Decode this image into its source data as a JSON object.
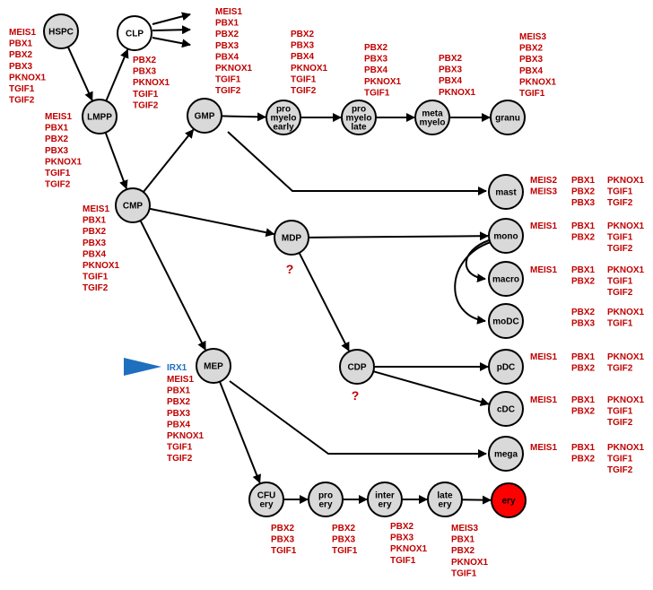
{
  "colors": {
    "gene_text": "#c00000",
    "marker_text": "#1f6fbf",
    "marker_triangle": "#1f6fbf",
    "node_fill": "#d9d9d9",
    "node_fill_white": "#ffffff",
    "node_fill_red": "#ff0000",
    "question_mark": "#c00000",
    "stroke": "#000000"
  },
  "nodes": [
    {
      "id": "hspc",
      "label": [
        "HSPC"
      ]
    },
    {
      "id": "clp",
      "label": [
        "CLP"
      ]
    },
    {
      "id": "lmpp",
      "label": [
        "LMPP"
      ]
    },
    {
      "id": "gmp",
      "label": [
        "GMP"
      ]
    },
    {
      "id": "cmp",
      "label": [
        "CMP"
      ]
    },
    {
      "id": "mdp",
      "label": [
        "MDP"
      ]
    },
    {
      "id": "mep",
      "label": [
        "MEP"
      ]
    },
    {
      "id": "cdp",
      "label": [
        "CDP"
      ]
    },
    {
      "id": "promyelo_early",
      "label": [
        "pro",
        "myelo",
        "early"
      ]
    },
    {
      "id": "promyelo_late",
      "label": [
        "pro",
        "myelo",
        "late"
      ]
    },
    {
      "id": "metamyelo",
      "label": [
        "meta",
        "myelo"
      ]
    },
    {
      "id": "granu",
      "label": [
        "granu"
      ]
    },
    {
      "id": "mast",
      "label": [
        "mast"
      ]
    },
    {
      "id": "mono",
      "label": [
        "mono"
      ]
    },
    {
      "id": "macro",
      "label": [
        "macro"
      ]
    },
    {
      "id": "modc",
      "label": [
        "moDC"
      ]
    },
    {
      "id": "pdc",
      "label": [
        "pDC"
      ]
    },
    {
      "id": "cdc",
      "label": [
        "cDC"
      ]
    },
    {
      "id": "mega",
      "label": [
        "mega"
      ]
    },
    {
      "id": "cfu_ery",
      "label": [
        "CFU",
        "ery"
      ]
    },
    {
      "id": "pro_ery",
      "label": [
        "pro",
        "ery"
      ]
    },
    {
      "id": "inter_ery",
      "label": [
        "inter",
        "ery"
      ]
    },
    {
      "id": "late_ery",
      "label": [
        "late",
        "ery"
      ]
    },
    {
      "id": "ery",
      "label": [
        "ery"
      ]
    }
  ],
  "gene_groups": [
    {
      "id": "hspc",
      "genes": [
        "MEIS1",
        "PBX1",
        "PBX2",
        "PBX3",
        "PKNOX1",
        "TGIF1",
        "TGIF2"
      ]
    },
    {
      "id": "clp",
      "genes": [
        "PBX2",
        "PBX3",
        "PKNOX1",
        "TGIF1",
        "TGIF2"
      ]
    },
    {
      "id": "lmpp",
      "genes": [
        "MEIS1",
        "PBX1",
        "PBX2",
        "PBX3",
        "PKNOX1",
        "TGIF1",
        "TGIF2"
      ]
    },
    {
      "id": "gmp",
      "genes": [
        "MEIS1",
        "PBX1",
        "PBX2",
        "PBX3",
        "PBX4",
        "PKNOX1",
        "TGIF1",
        "TGIF2"
      ]
    },
    {
      "id": "promyelo_early",
      "genes": [
        "PBX2",
        "PBX3",
        "PBX4",
        "PKNOX1",
        "TGIF1",
        "TGIF2"
      ]
    },
    {
      "id": "promyelo_late",
      "genes": [
        "PBX2",
        "PBX3",
        "PBX4",
        "PKNOX1",
        "TGIF1"
      ]
    },
    {
      "id": "metamyelo",
      "genes": [
        "PBX2",
        "PBX3",
        "PBX4",
        "PKNOX1"
      ]
    },
    {
      "id": "granu",
      "genes": [
        "MEIS3",
        "PBX2",
        "PBX3",
        "PBX4",
        "PKNOX1",
        "TGIF1"
      ]
    },
    {
      "id": "cmp",
      "genes": [
        "MEIS1",
        "PBX1",
        "PBX2",
        "PBX3",
        "PBX4",
        "PKNOX1",
        "TGIF1",
        "TGIF2"
      ]
    },
    {
      "id": "mep",
      "genes": [
        "MEIS1",
        "PBX1",
        "PBX2",
        "PBX3",
        "PBX4",
        "PKNOX1",
        "TGIF1",
        "TGIF2"
      ]
    },
    {
      "id": "mast_1",
      "genes": [
        "MEIS2",
        "MEIS3"
      ]
    },
    {
      "id": "mast_2",
      "genes": [
        "PBX1",
        "PBX2",
        "PBX3"
      ]
    },
    {
      "id": "mast_3",
      "genes": [
        "PKNOX1",
        "TGIF1",
        "TGIF2"
      ]
    },
    {
      "id": "mono_1",
      "genes": [
        "MEIS1"
      ]
    },
    {
      "id": "mono_2",
      "genes": [
        "PBX1",
        "PBX2"
      ]
    },
    {
      "id": "mono_3",
      "genes": [
        "PKNOX1",
        "TGIF1",
        "TGIF2"
      ]
    },
    {
      "id": "macro_1",
      "genes": [
        "MEIS1"
      ]
    },
    {
      "id": "macro_2",
      "genes": [
        "PBX1",
        "PBX2"
      ]
    },
    {
      "id": "macro_3",
      "genes": [
        "PKNOX1",
        "TGIF1",
        "TGIF2"
      ]
    },
    {
      "id": "modc_2",
      "genes": [
        "PBX2",
        "PBX3"
      ]
    },
    {
      "id": "modc_3",
      "genes": [
        "PKNOX1",
        "TGIF1"
      ]
    },
    {
      "id": "pdc_1",
      "genes": [
        "MEIS1"
      ]
    },
    {
      "id": "pdc_2",
      "genes": [
        "PBX1",
        "PBX2"
      ]
    },
    {
      "id": "pdc_3",
      "genes": [
        "PKNOX1",
        "TGIF2"
      ]
    },
    {
      "id": "cdc_1",
      "genes": [
        "MEIS1"
      ]
    },
    {
      "id": "cdc_2",
      "genes": [
        "PBX1",
        "PBX2"
      ]
    },
    {
      "id": "cdc_3",
      "genes": [
        "PKNOX1",
        "TGIF1",
        "TGIF2"
      ]
    },
    {
      "id": "mega_1",
      "genes": [
        "MEIS1"
      ]
    },
    {
      "id": "mega_2",
      "genes": [
        "PBX1",
        "PBX2"
      ]
    },
    {
      "id": "mega_3",
      "genes": [
        "PKNOX1",
        "TGIF1",
        "TGIF2"
      ]
    },
    {
      "id": "cfu_ery",
      "genes": [
        "PBX2",
        "PBX3",
        "TGIF1"
      ]
    },
    {
      "id": "pro_ery",
      "genes": [
        "PBX2",
        "PBX3",
        "TGIF1"
      ]
    },
    {
      "id": "inter_ery",
      "genes": [
        "PBX2",
        "PBX3",
        "PKNOX1",
        "TGIF1"
      ]
    },
    {
      "id": "late_ery",
      "genes": [
        "MEIS3",
        "PBX1",
        "PBX2",
        "PKNOX1",
        "TGIF1"
      ]
    }
  ],
  "mep_marker": "IRX1",
  "question_marks": [
    "?",
    "?"
  ]
}
